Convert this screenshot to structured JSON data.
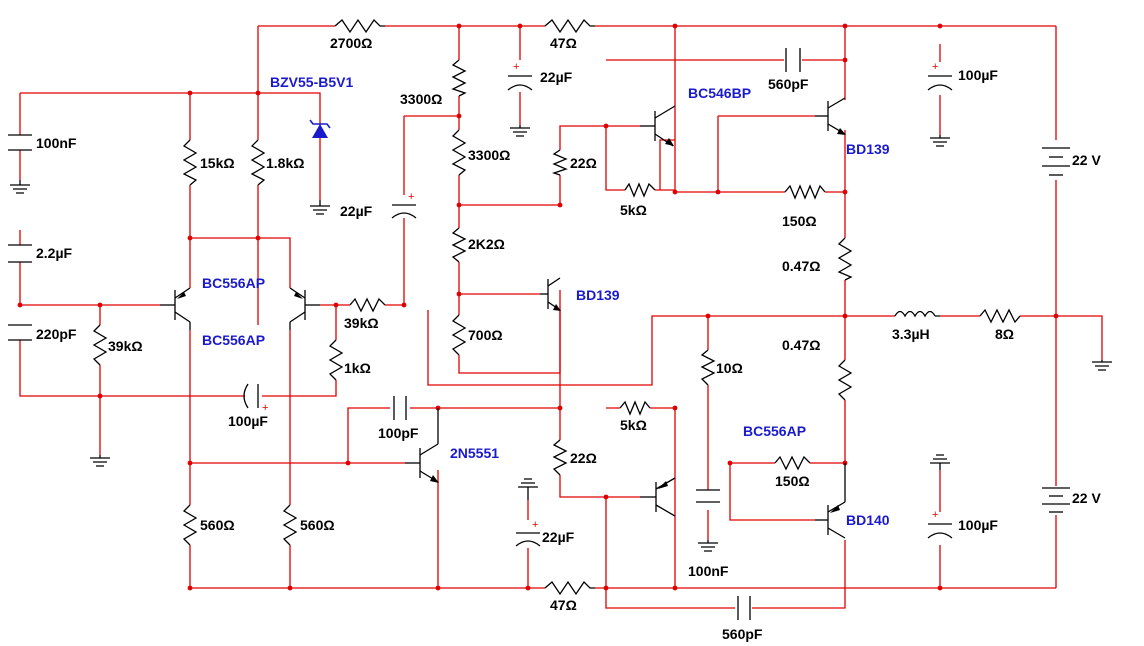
{
  "values": {
    "r2700": "2700Ω",
    "r47_top": "47Ω",
    "c22_top": "22µF",
    "c560_top": "560pF",
    "c100_right_top": "100µF",
    "bzv": "BZV55-B5V1",
    "c100n_left": "100nF",
    "r15k": "15kΩ",
    "r1k8": "1.8kΩ",
    "c22_zener": "22µF",
    "r3300a": "3300Ω",
    "r3300b": "3300Ω",
    "r22a": "22Ω",
    "r5ka": "5kΩ",
    "r150a": "150Ω",
    "bc546": "BC546BP",
    "bd139a": "BD139",
    "v22_top": "22 V",
    "r047a": "0.47Ω",
    "c2u2": "2.2µF",
    "q1": "BC556AP",
    "q2": "BC556AP",
    "r39k_in": "39kΩ",
    "r39k_fb": "39kΩ",
    "r2k2": "2K2Ω",
    "bd139b": "BD139",
    "c220p": "220pF",
    "r700": "700Ω",
    "r1k": "1kΩ",
    "ind": "3.3µH",
    "r8": "8Ω",
    "r047b": "0.47Ω",
    "r10": "10Ω",
    "c100u_fb": "100µF",
    "c100p": "100pF",
    "r5kb": "5kΩ",
    "q2n": "2N5551",
    "bc556c": "BC556AP",
    "r22b": "22Ω",
    "r150b": "150Ω",
    "v22_bot": "22 V",
    "bd140": "BD140",
    "c22_bot": "22µF",
    "c100_right_bot": "100µF",
    "r560a": "560Ω",
    "r560b": "560Ω",
    "c100n_bot": "100nF",
    "r47_bot": "47Ω",
    "c560_bot": "560pF"
  },
  "colors": {
    "wire": "#e00000",
    "component": "#000000",
    "part_label": "#1a1acd",
    "zener": "#1a1acd"
  }
}
